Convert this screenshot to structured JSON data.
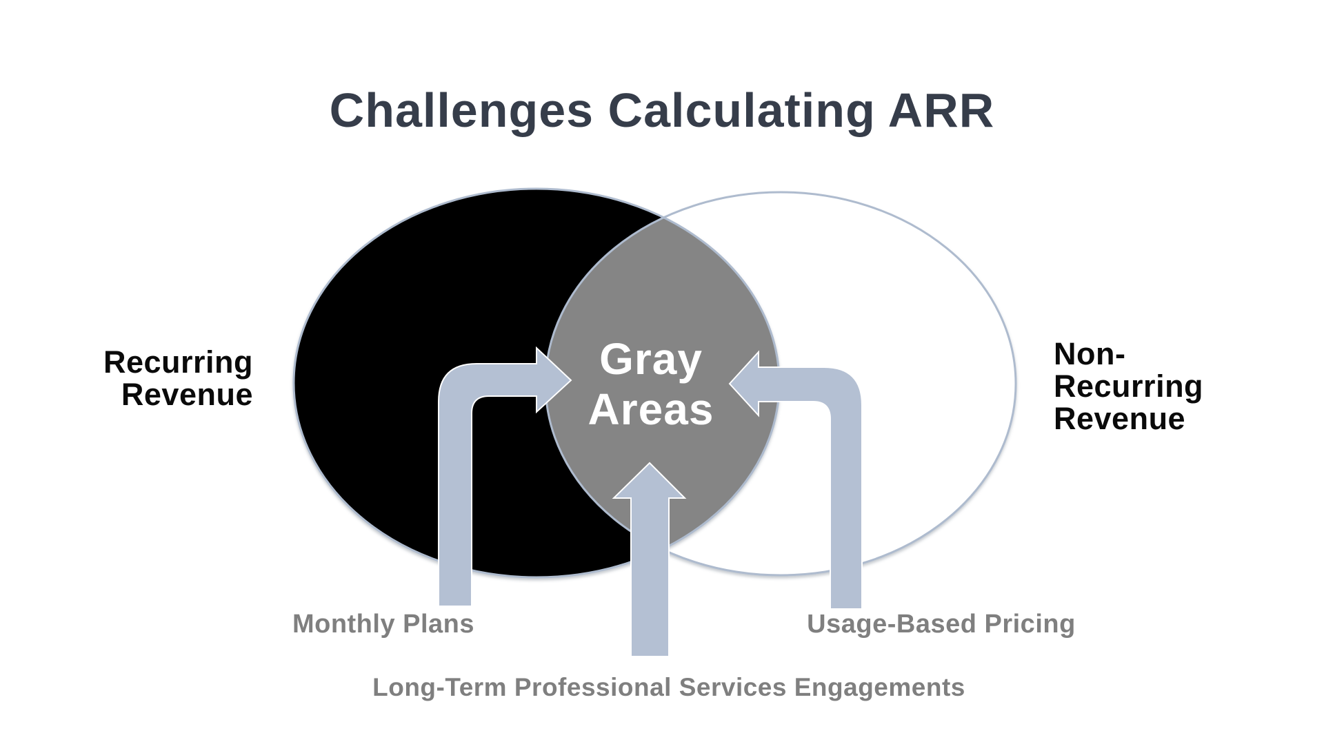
{
  "title": "Challenges Calculating ARR",
  "diagram": {
    "center_label": {
      "line1": "Gray",
      "line2": "Areas"
    },
    "left_set": {
      "line1": "Recurring",
      "line2": "Revenue"
    },
    "right_set": {
      "line1": "Non-",
      "line2": "Recurring",
      "line3": "Revenue"
    },
    "annotations": {
      "left": "Monthly Plans",
      "center": "Long-Term Professional Services Engagements",
      "right": "Usage-Based Pricing"
    },
    "colors": {
      "title_color": "#363d4a",
      "annotation_color": "#7f7f7f",
      "center_label_color": "#ffffff",
      "left_ellipse_fill": "#000000",
      "right_ellipse_fill": "#ffffff",
      "overlap_fill": "#858585",
      "ellipse_stroke": "#aebbce",
      "arrow_fill": "#b4c0d3",
      "label_color": "#0a0a0a"
    }
  }
}
